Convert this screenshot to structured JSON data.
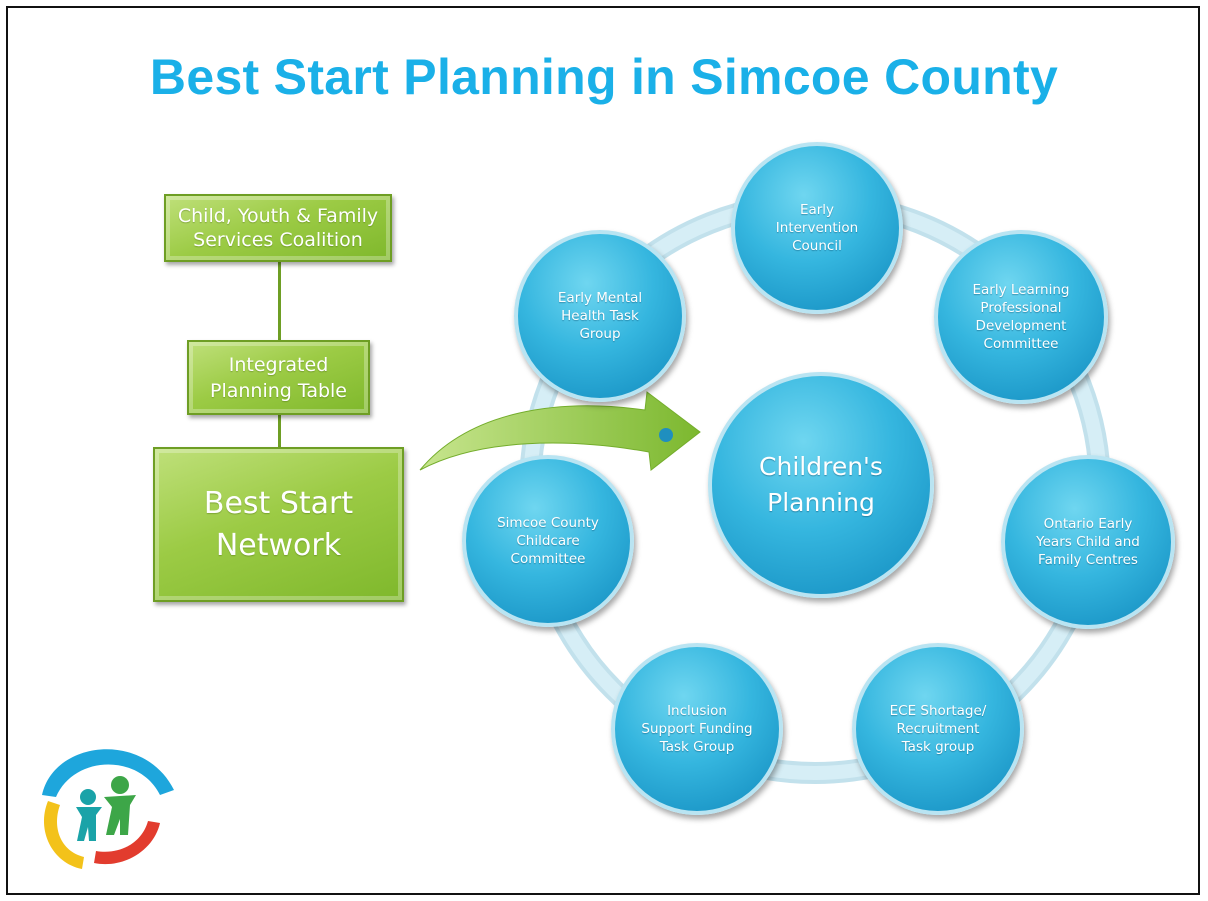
{
  "title": "Best Start Planning in Simcoe County",
  "hierarchy": {
    "coalition": "Child, Youth & Family Services Coalition",
    "planning_table": "Integrated Planning Table",
    "network": "Best Start Network"
  },
  "center": "Children's Planning",
  "satellites": [
    "Early Intervention Council",
    "Early Learning Professional Development Committee",
    "Ontario Early Years Child and Family Centres",
    "ECE Shortage/ Recruitment Task group",
    "Inclusion Support Funding Task Group",
    "Simcoe County Childcare Committee",
    "Early Mental Health Task Group"
  ],
  "colors": {
    "title": "#1ab0e8",
    "green_box": "#9ccb45",
    "circle": "#35b6df",
    "ring": "#bfe3ef",
    "arrow": "#8cc63f"
  }
}
